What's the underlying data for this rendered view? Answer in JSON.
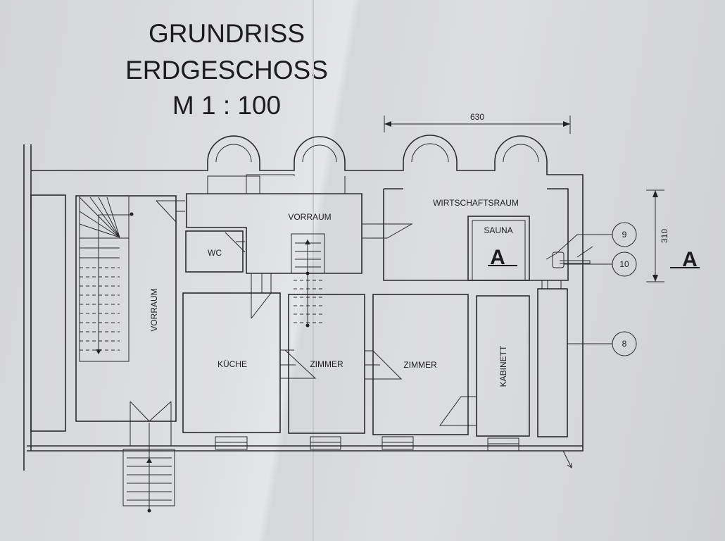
{
  "title": {
    "line1": "GRUNDRISS",
    "line2": "ERDGESCHOSS",
    "line3": "M 1 : 100"
  },
  "rooms": {
    "vorraum_left": "VORRAUM",
    "vorraum_top": "VORRAUM",
    "wc": "WC",
    "kueche": "KÜCHE",
    "zimmer1": "ZIMMER",
    "zimmer2": "ZIMMER",
    "kabinett": "KABINETT",
    "wirtschaftsraum": "WIRTSCHAFTSRAUM",
    "sauna": "SAUNA"
  },
  "dimensions": {
    "width": "630",
    "height": "310"
  },
  "section_marks": {
    "inner": "A",
    "outer": "A"
  },
  "callouts": [
    "9",
    "10",
    "8"
  ]
}
